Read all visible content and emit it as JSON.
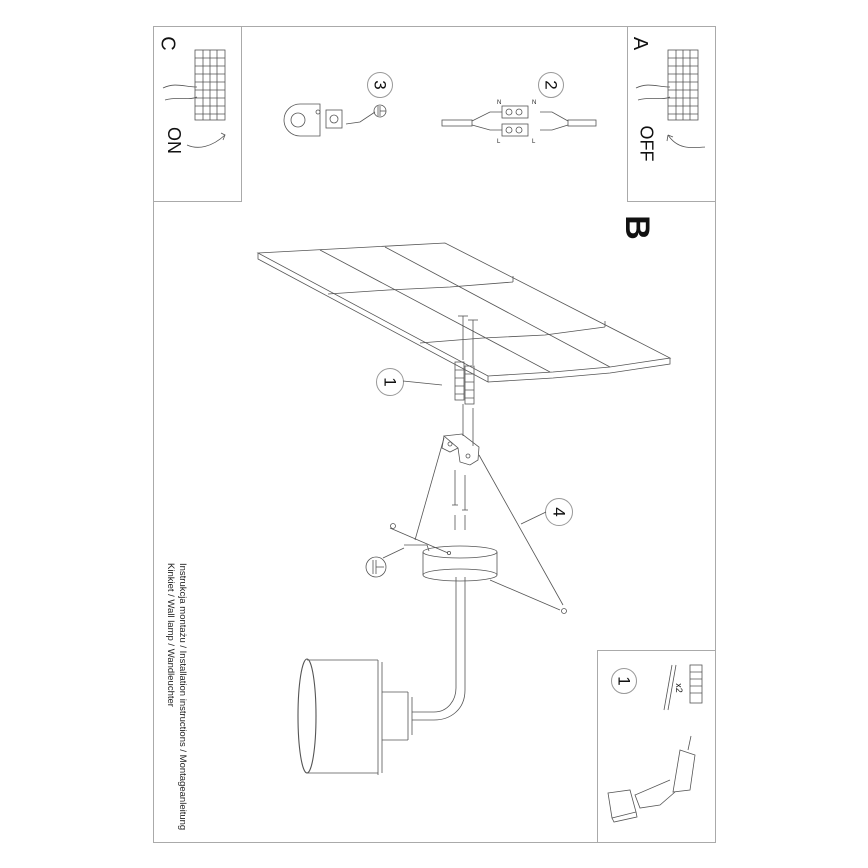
{
  "panels": {
    "A": {
      "letter": "A",
      "state": "OFF"
    },
    "C": {
      "letter": "C",
      "state": "ON"
    },
    "B": {
      "letter": "B"
    },
    "step1_box": {
      "step": "1",
      "quantity": "x2"
    }
  },
  "steps": {
    "step1": "1",
    "step2": "2",
    "step3": "3",
    "step4": "4"
  },
  "wiring": {
    "terminal_labels": [
      "N",
      "L",
      "N",
      "L"
    ]
  },
  "footer": {
    "line1": "Instrukcja montażu / Installation instructions / Montageanleitung",
    "line2": "Kinkiet / Wall lamp / Wandleuchter"
  },
  "colors": {
    "line": "#555555",
    "frame": "#aaaaaa",
    "text": "#111111"
  }
}
